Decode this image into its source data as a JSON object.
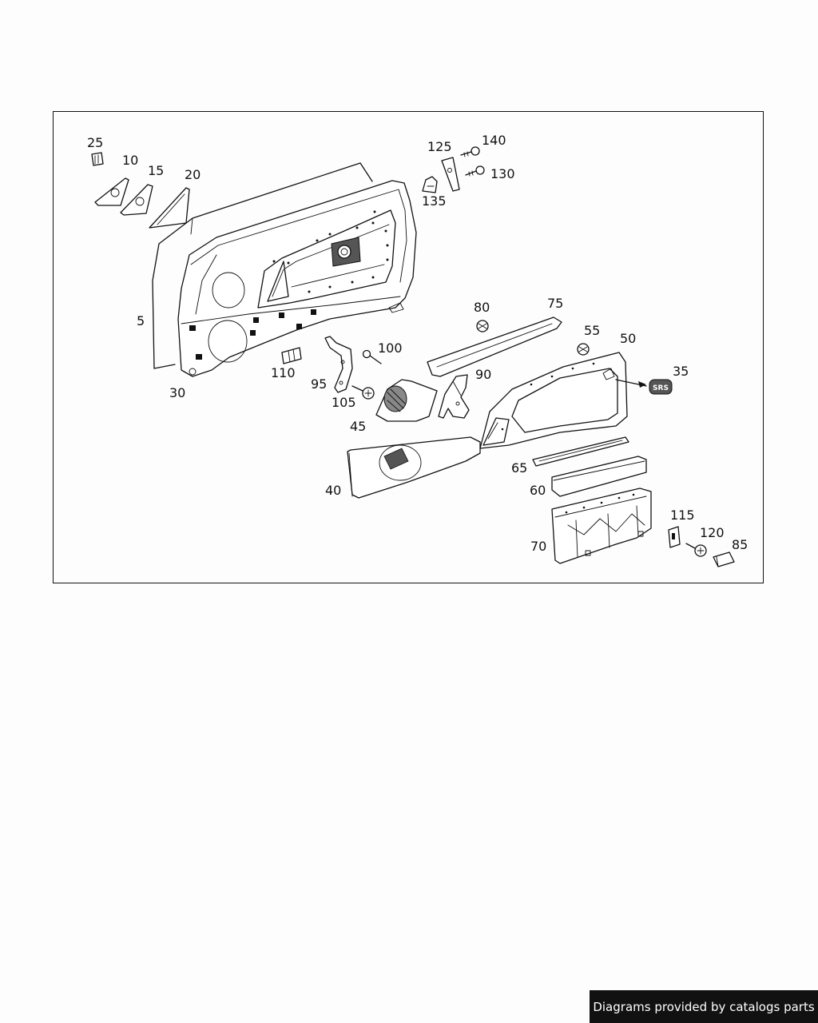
{
  "footer": {
    "credit": "Diagrams provided by catalogs parts"
  },
  "callouts": [
    {
      "id": "c25",
      "text": "25"
    },
    {
      "id": "c10",
      "text": "10"
    },
    {
      "id": "c15",
      "text": "15"
    },
    {
      "id": "c20",
      "text": "20"
    },
    {
      "id": "c5",
      "text": "5"
    },
    {
      "id": "c30",
      "text": "30"
    },
    {
      "id": "c125",
      "text": "125"
    },
    {
      "id": "c140",
      "text": "140"
    },
    {
      "id": "c130",
      "text": "130"
    },
    {
      "id": "c135",
      "text": "135"
    },
    {
      "id": "c80",
      "text": "80"
    },
    {
      "id": "c75",
      "text": "75"
    },
    {
      "id": "c55",
      "text": "55"
    },
    {
      "id": "c50",
      "text": "50"
    },
    {
      "id": "c100",
      "text": "100"
    },
    {
      "id": "c110",
      "text": "110"
    },
    {
      "id": "c95",
      "text": "95"
    },
    {
      "id": "c105",
      "text": "105"
    },
    {
      "id": "c90",
      "text": "90"
    },
    {
      "id": "c35",
      "text": "35"
    },
    {
      "id": "c45",
      "text": "45"
    },
    {
      "id": "c65",
      "text": "65"
    },
    {
      "id": "c60",
      "text": "60"
    },
    {
      "id": "c40",
      "text": "40"
    },
    {
      "id": "c115",
      "text": "115"
    },
    {
      "id": "c120",
      "text": "120"
    },
    {
      "id": "c85",
      "text": "85"
    },
    {
      "id": "c70",
      "text": "70"
    }
  ],
  "part_marks": {
    "srs_badge": "SRS"
  }
}
